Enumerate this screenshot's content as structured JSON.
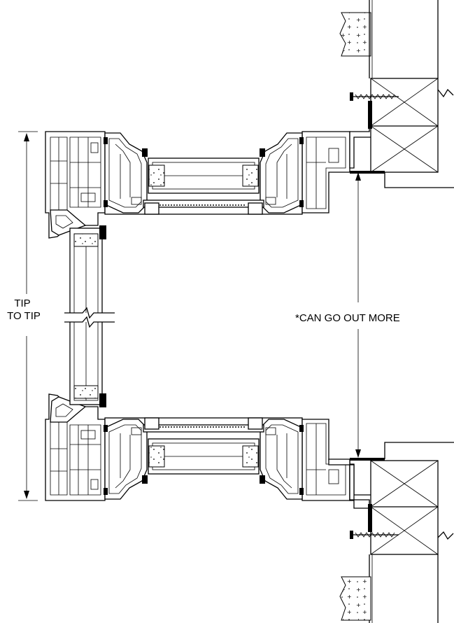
{
  "labels": {
    "dimension_line1": "TIP",
    "dimension_line2": "TO TIP",
    "note": "*CAN GO OUT MORE"
  }
}
